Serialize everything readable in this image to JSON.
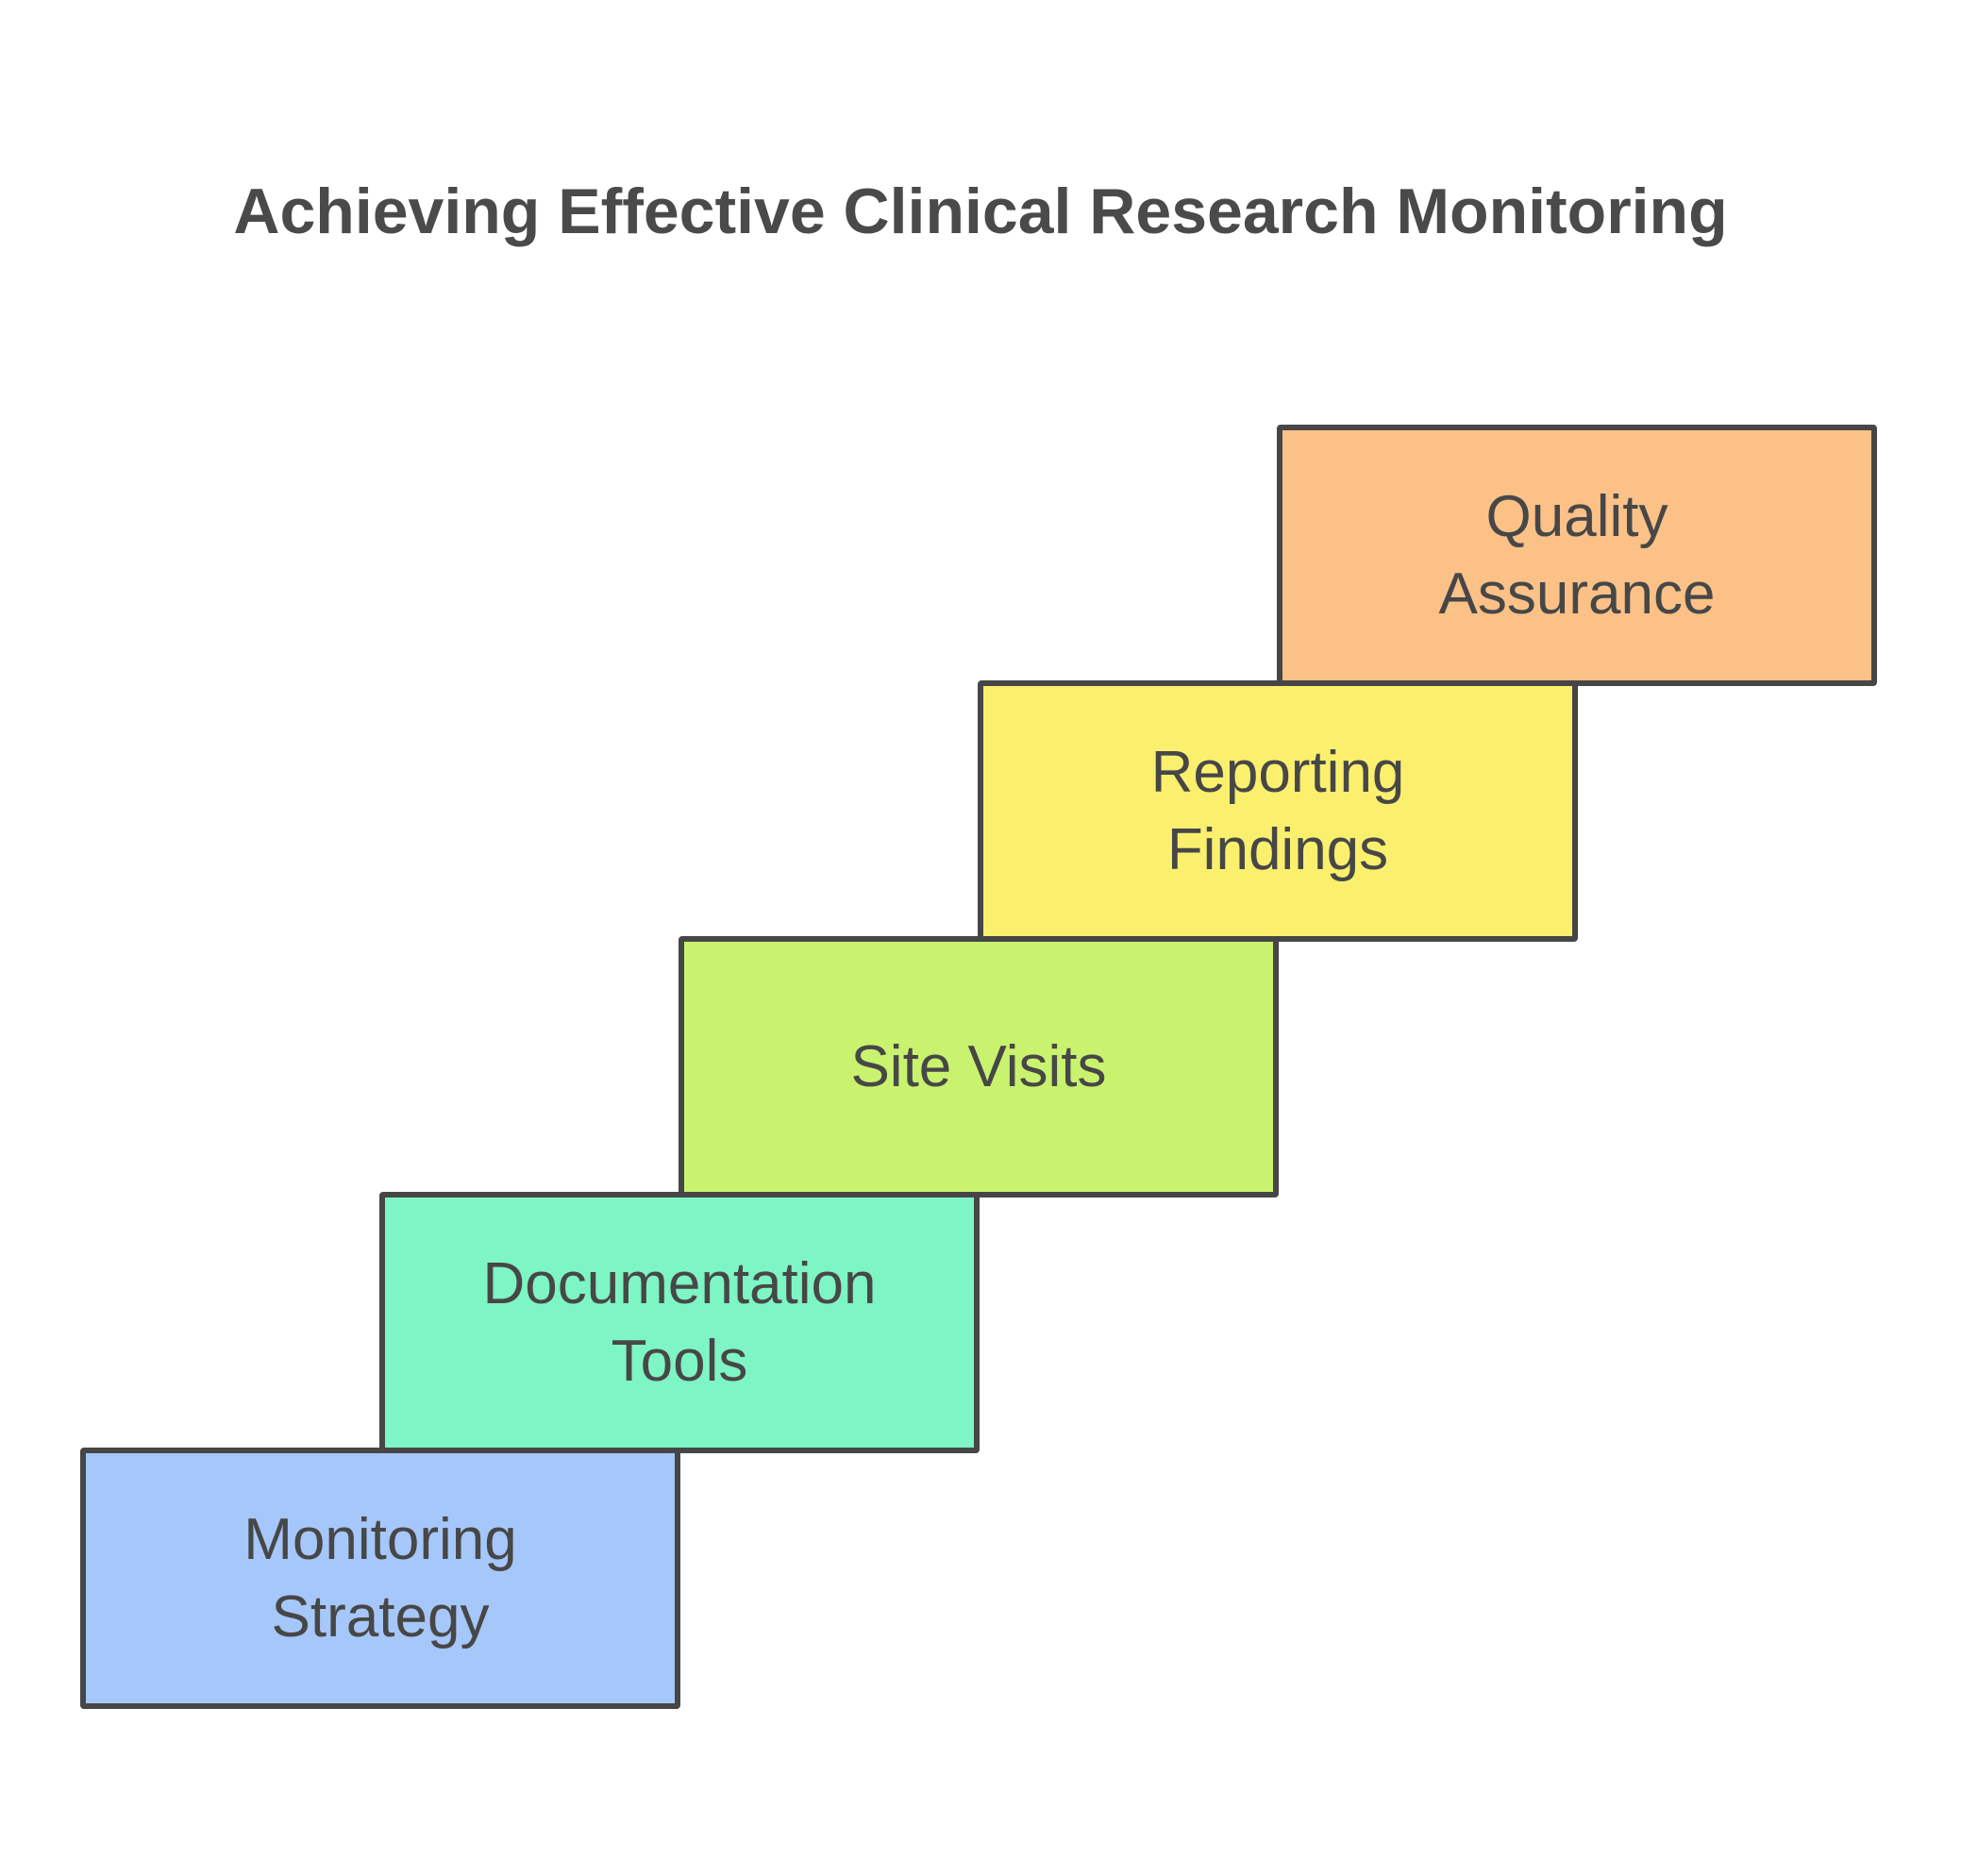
{
  "title": "Achieving Effective Clinical Research Monitoring",
  "colors": {
    "background": "#ffffff",
    "border": "#464646",
    "title_text": "#4a4a4a",
    "box_text": "#474747"
  },
  "steps": [
    {
      "label": "Monitoring Strategy",
      "fill": "#A6C7FA"
    },
    {
      "label": "Documentation Tools",
      "fill": "#7EF5C4"
    },
    {
      "label": "Site Visits",
      "fill": "#C9F36E"
    },
    {
      "label": "Reporting Findings",
      "fill": "#FAF06E"
    },
    {
      "label": "Quality Assurance",
      "fill": "#FBC187"
    }
  ]
}
